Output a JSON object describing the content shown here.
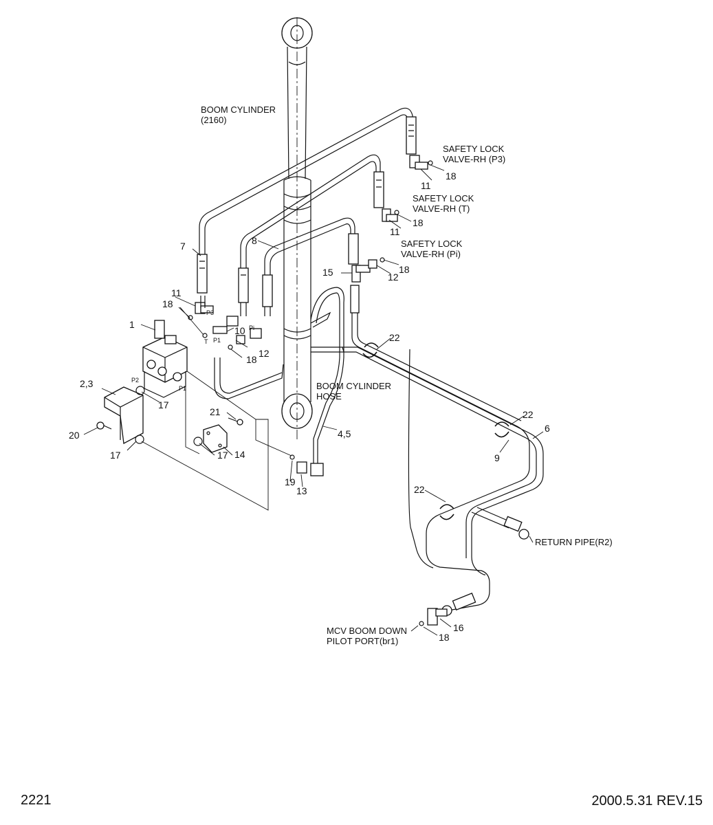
{
  "callouts": {
    "boom_cylinder": [
      "BOOM CYLINDER",
      "(2160)"
    ],
    "safety_lock_p3": [
      "SAFETY LOCK",
      "VALVE-RH (P3)"
    ],
    "safety_lock_t": [
      "SAFETY LOCK",
      "VALVE-RH (T)"
    ],
    "safety_lock_pi": [
      "SAFETY LOCK",
      "VALVE-RH (Pi)"
    ],
    "boom_cylinder_hose": [
      "BOOM CYLINDER",
      "HOSE"
    ],
    "return_pipe": "RETURN PIPE(R2)",
    "mcv_boom_down": [
      "MCV BOOM DOWN",
      "PILOT PORT(br1)"
    ]
  },
  "ports": {
    "p3": "P3",
    "t": "T",
    "pi": "Pi",
    "p1_valve": "P1",
    "p2": "P2",
    "p1_block": "P1"
  },
  "part_numbers": {
    "n1": "1",
    "n2_3": "2,3",
    "n4_5": "4,5",
    "n6": "6",
    "n7": "7",
    "n8": "8",
    "n9": "9",
    "n10": "10",
    "n11_a": "11",
    "n11_b": "11",
    "n11_c": "11",
    "n12_a": "12",
    "n12_b": "12",
    "n13": "13",
    "n14": "14",
    "n15": "15",
    "n16": "16",
    "n17_a": "17",
    "n17_b": "17",
    "n17_c": "17",
    "n18_a": "18",
    "n18_b": "18",
    "n18_c": "18",
    "n18_d": "18",
    "n18_e": "18",
    "n18_f": "18",
    "n19": "19",
    "n20": "20",
    "n21": "21",
    "n22_a": "22",
    "n22_b": "22",
    "n22_c": "22"
  },
  "footer": {
    "page_number": "2221",
    "revision": "2000.5.31 REV.15"
  }
}
